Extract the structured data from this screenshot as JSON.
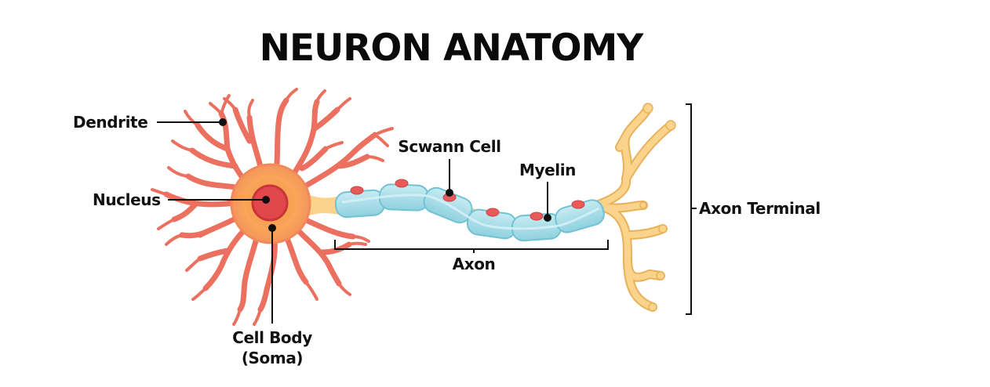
{
  "title": "NEURON ANATOMY",
  "labels": {
    "dendrite": "Dendrite",
    "nucleus": "Nucleus",
    "cell_body_line1": "Cell Body",
    "cell_body_line2": "(Soma)",
    "schwann_cell": "Scwann Cell",
    "myelin": "Myelin",
    "axon": "Axon",
    "axon_terminal": "Axon Terminal"
  },
  "colors": {
    "dendrite": "#ec7060",
    "soma_outer": "#f9a65a",
    "soma_inner": "#f28a4e",
    "nucleus": "#e2474c",
    "nucleus_ring": "#c93438",
    "myelin": "#a8dde8",
    "myelin_edge": "#72c2d4",
    "schwann_node": "#e65a5a",
    "axon_terminal": "#fbd38a",
    "line": "#111111"
  }
}
